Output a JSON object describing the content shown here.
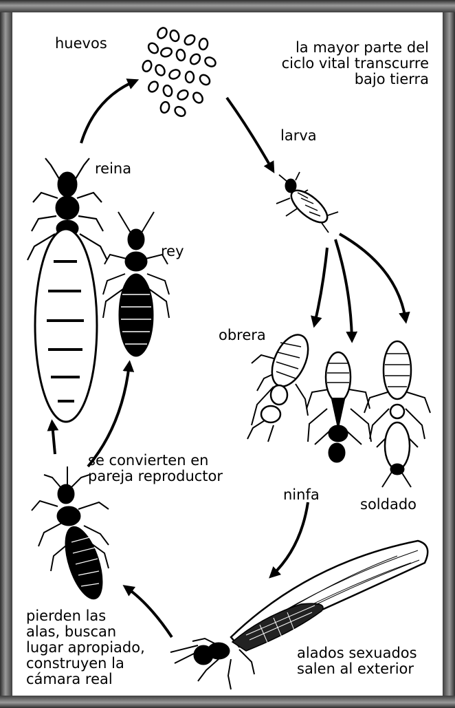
{
  "labels": {
    "huevos": "huevos",
    "ciclo": "la mayor parte del\nciclo vital transcurre\nbajo tierra",
    "larva": "larva",
    "reina": "reina",
    "rey": "rey",
    "obrera": "obrera",
    "convierten": "se convierten en\npareja reproductor",
    "ninfa": "ninfa",
    "soldado": "soldado",
    "pierden": "pierden las\nalas, buscan\nlugar apropiado,\nconstruyen la\ncámara real",
    "alados": "alados sexuados\nsalen al exterior"
  },
  "colors": {
    "ink": "#000000",
    "paper": "#ffffff",
    "frame": "#3e3e3e"
  }
}
